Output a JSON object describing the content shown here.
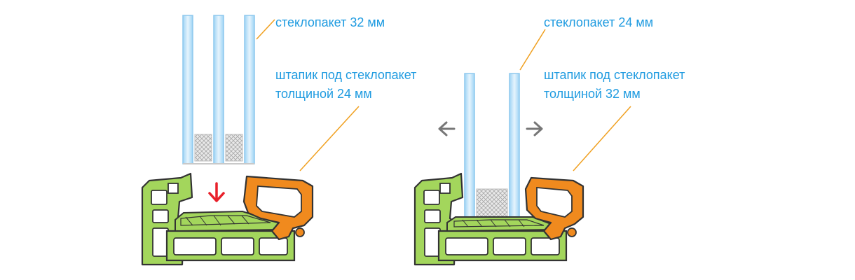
{
  "colors": {
    "label": "#1f9be0",
    "leader": "#f0a020",
    "frame_fill": "#a3d65c",
    "bead_fill": "#f08a1e",
    "glass_fill": "#cde9fb",
    "down_arrow": "#e8202a",
    "side_arrows": "#777777"
  },
  "left_diagram": {
    "glass_label": "стеклопакет 32 мм",
    "bead_label_line1": "штапик под стеклопакет",
    "bead_label_line2": "толщиной 24 мм",
    "arrow_icon": "arrow-down-icon"
  },
  "right_diagram": {
    "glass_label": "стеклопакет 24 мм",
    "bead_label_line1": "штапик под стеклопакет",
    "bead_label_line2": "толщиной 32 мм",
    "arrow_icons": [
      "arrow-left-icon",
      "arrow-right-icon"
    ]
  }
}
